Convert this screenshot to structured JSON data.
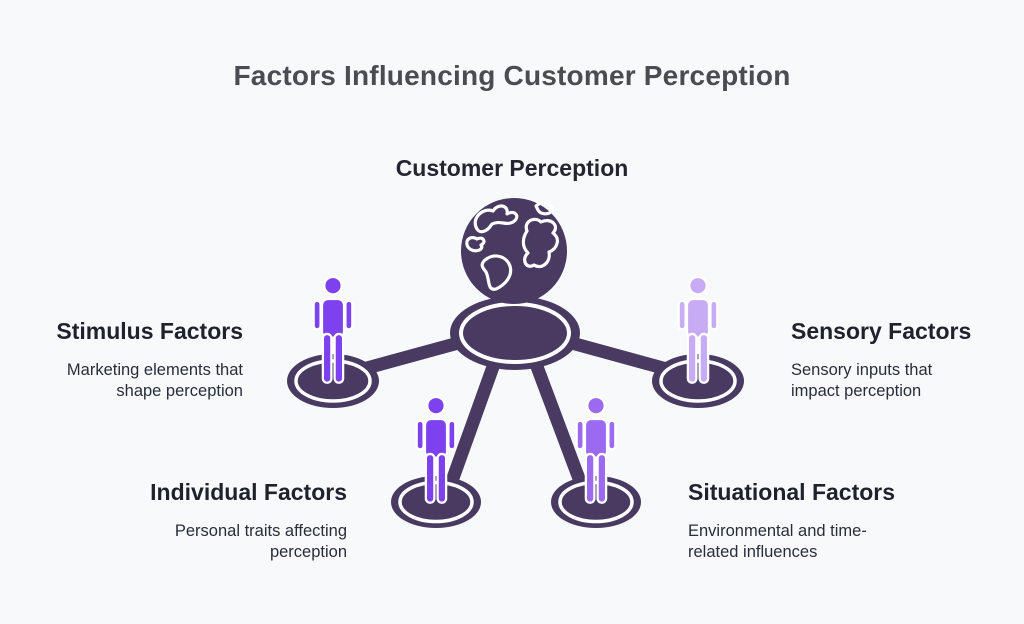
{
  "title": "Factors Influencing Customer Perception",
  "center": {
    "label": "Customer Perception",
    "icon": "globe-icon"
  },
  "factors": [
    {
      "id": "stimulus",
      "label": "Stimulus Factors",
      "description": "Marketing elements that shape perception",
      "position": "left",
      "icon": "person-icon",
      "person_color": "#7d41ee"
    },
    {
      "id": "sensory",
      "label": "Sensory Factors",
      "description": "Sensory inputs that impact perception",
      "position": "right",
      "icon": "person-icon",
      "person_color": "#c7abf4"
    },
    {
      "id": "individual",
      "label": "Individual Factors",
      "description": "Personal traits affecting perception",
      "position": "bottom-left",
      "icon": "person-icon",
      "person_color": "#7d41ee"
    },
    {
      "id": "situational",
      "label": "Situational Factors",
      "description": "Environmental and time-related influences",
      "position": "bottom-right",
      "icon": "person-icon",
      "person_color": "#9b6af1"
    }
  ],
  "colors": {
    "background": "#f8f9fb",
    "dark_purple": "#483a61",
    "person_stimulus": "#7d41ee",
    "person_sensory": "#c7abf4",
    "person_individual": "#7d41ee",
    "person_situational": "#9b6af1",
    "title_text": "#4b4b52",
    "node_label_text": "#23262e",
    "heading_text": "#1d222d",
    "body_text": "#272e3a"
  }
}
